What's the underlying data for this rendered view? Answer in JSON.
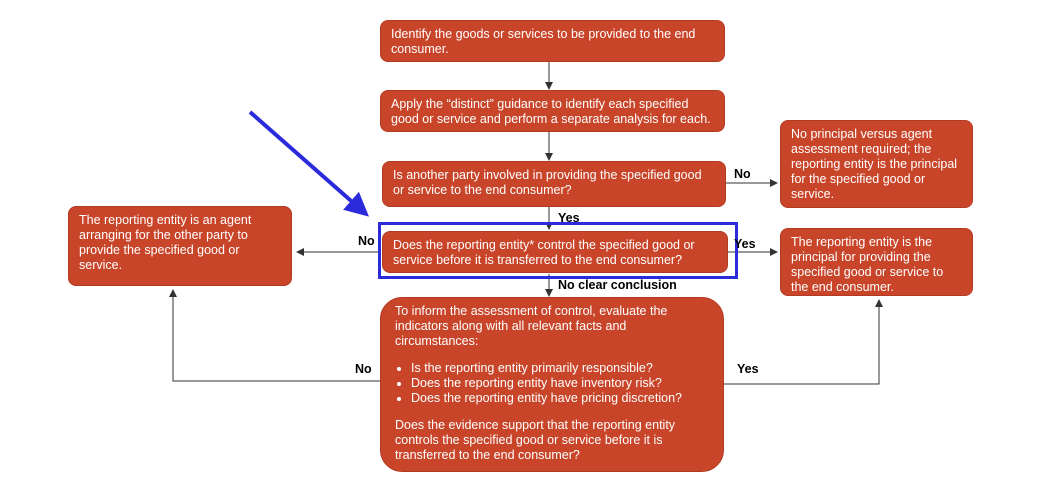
{
  "boxes": {
    "identify": "Identify the goods or services to be provided to the end consumer.",
    "distinct": "Apply the “distinct” guidance to identify each specified good or service and perform a separate analysis for each.",
    "another_party": "Is another party involved in providing the specified good or service to the end consumer?",
    "no_assessment": "No principal versus agent assessment required; the reporting entity is the principal for the specified good or service.",
    "control": "Does the reporting entity* control the specified good or service before it is transferred to the end consumer?",
    "agent": "The reporting entity is an agent arranging for the other party to provide the specified good or service.",
    "principal": "The reporting entity is the principal for providing the specified good or service to the end consumer.",
    "assess_intro": "To inform the assessment of control, evaluate the indicators along with all relevant facts and circumstances:",
    "indicators": [
      "Is the reporting entity primarily responsible?",
      "Does the reporting entity have inventory risk?",
      "Does the reporting entity have pricing discretion?"
    ],
    "assess_question": "Does the evidence support that the reporting entity controls the specified good or service before it is transferred to the end consumer?"
  },
  "labels": {
    "no_top": "No",
    "yes_mid": "Yes",
    "no_left": "No",
    "yes_right": "Yes",
    "no_clear": "No clear conclusion",
    "no_bottom": "No",
    "yes_bottom": "Yes"
  },
  "colors": {
    "box_fill": "#c8452a",
    "highlight": "#2b2bdc",
    "pointer_arrow": "#2b2bdc"
  }
}
